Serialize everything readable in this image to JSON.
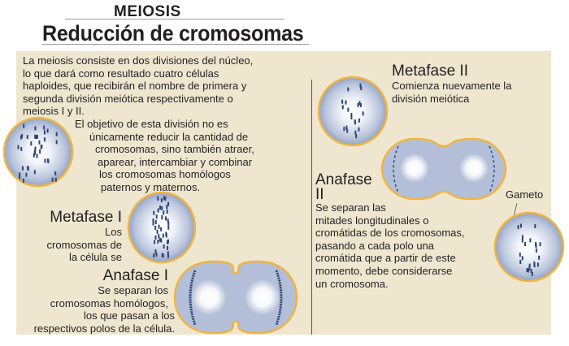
{
  "header": {
    "kicker": "MEIOSIS",
    "title": "Reducción de cromosomas"
  },
  "intro": {
    "lines": [
      "La meiosis consiste en dos divisiones del núcleo,",
      "lo que dará como resultado cuatro células",
      "haploides, que recibirán el nombre de primera y",
      "segunda división meiótica respectivamente o",
      "meiosis I y II."
    ],
    "objective": [
      "El objetivo de esta división no es",
      "únicamente reducir la cantidad de",
      "cromosomas, sino también atraer,",
      "aparear, intercambiar y combinar",
      "los cromosomas homólogos",
      "paternos y maternos."
    ]
  },
  "metafase1": {
    "title": "Metafase I",
    "lines": [
      "Los",
      "cromosomas de",
      "la célula se"
    ]
  },
  "anafase1": {
    "title": "Anafase I",
    "lines": [
      "Se separan los",
      "cromosomas homólogos,",
      "los que pasan a los",
      "respectivos polos de la célula."
    ]
  },
  "metafase2": {
    "title": "Metafase II",
    "lines": [
      "Comienza nuevamente la",
      "división meiótica"
    ]
  },
  "anafase2": {
    "title": [
      "Anafase",
      "II"
    ],
    "lines": [
      "Se separan las",
      "mitades longitudinales o",
      "cromátidas de los cromosomas,",
      "pasando a cada polo una",
      "cromátida que a partir de este",
      "momento, debe considerarse",
      "un cromosoma."
    ]
  },
  "gameto": {
    "label": "Gameto"
  },
  "colors": {
    "panel": "#efe6d0",
    "membrane": "#f0b440",
    "cell": "#9fb0cf",
    "chromosome": "#2e4673"
  }
}
